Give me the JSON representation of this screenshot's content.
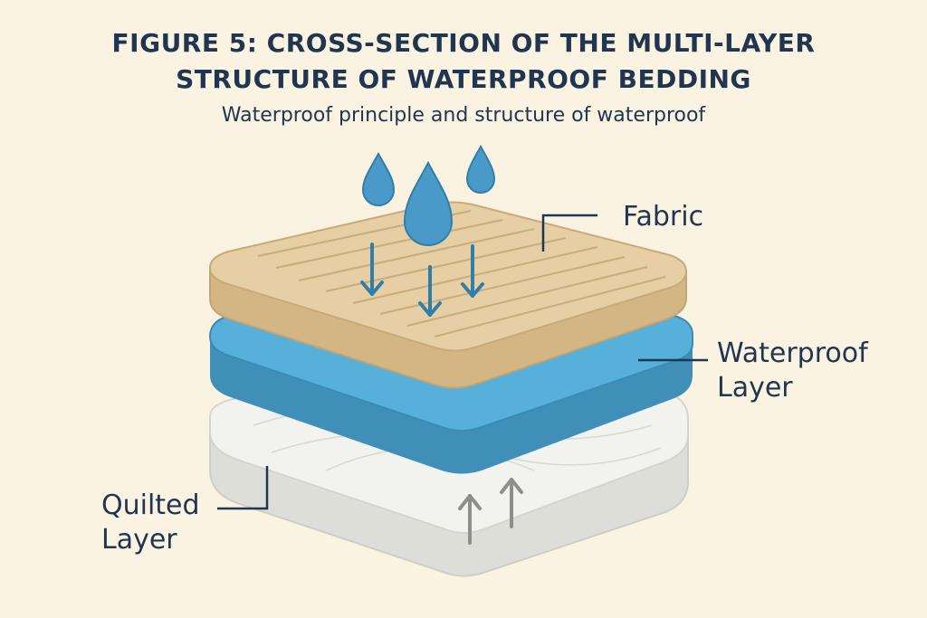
{
  "title": {
    "line1": "FIGURE 5: CROSS-SECTION OF THE MULTI-LAYER",
    "line2": "STRUCTURE OF WATERPROOF BEDDING"
  },
  "subtitle": "Waterproof principle and structure of waterproof",
  "labels": {
    "fabric": "Fabric",
    "waterproof_line1": "Waterproof",
    "waterproof_line2": "Layer",
    "quilted_line1": "Quilted",
    "quilted_line2": "Layer"
  },
  "colors": {
    "background": "#fbf3e2",
    "text": "#1f3550",
    "fabric": "#e6cfa4",
    "waterproof": "#4aa3cf",
    "quilted": "#f2f2ee",
    "droplet": "#4a9ac9"
  },
  "icons": {
    "droplet": "droplet-icon",
    "down_arrow": "arrow-down-icon",
    "up_arrow": "arrow-up-icon"
  }
}
